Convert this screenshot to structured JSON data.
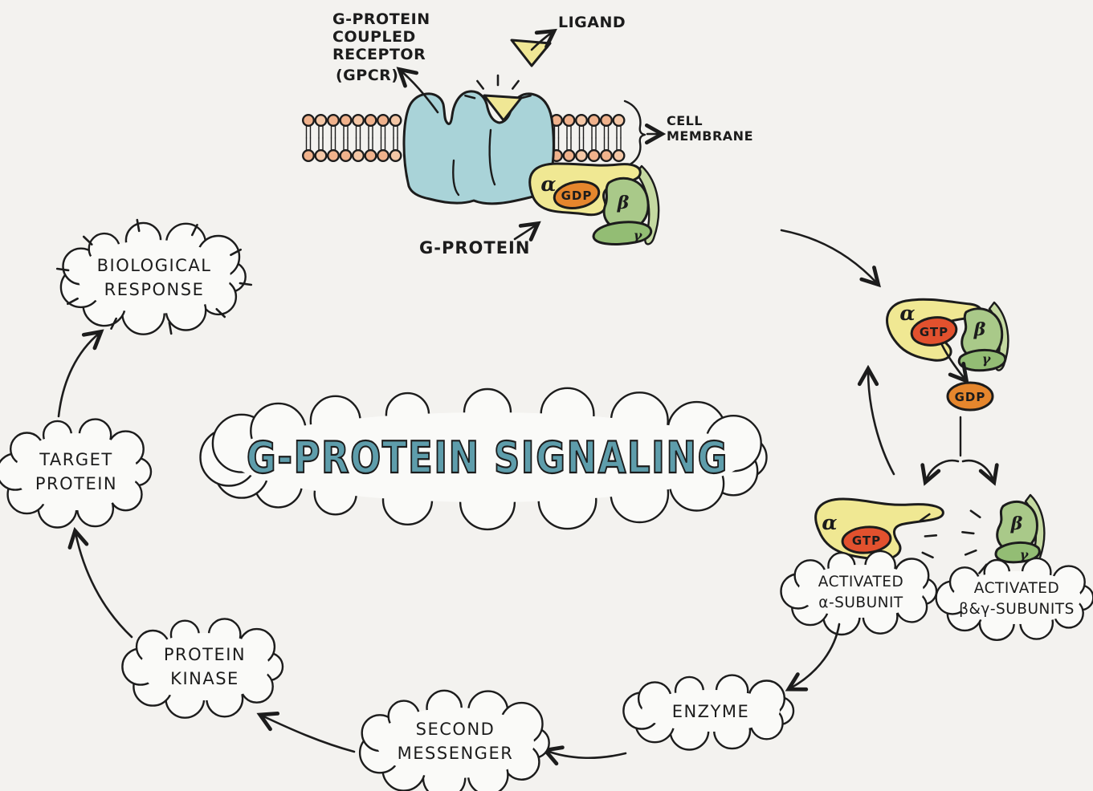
{
  "title": {
    "text": "G-PROTEIN SIGNALING"
  },
  "annotations": {
    "receptor_lines": [
      "G-PROTEIN",
      "COUPLED",
      "RECEPTOR",
      "(GPCR)"
    ],
    "ligand": "LIGAND",
    "membrane_lines": [
      "CELL",
      "MEMBRANE"
    ],
    "g_protein": "G-PROTEIN"
  },
  "molecules": {
    "alpha": "α",
    "beta": "β",
    "gamma": "γ",
    "gdp": "GDP",
    "gtp": "GTP"
  },
  "nodes": {
    "activated_alpha": [
      "ACTIVATED",
      "α-SUBUNIT"
    ],
    "activated_beta_gamma": [
      "ACTIVATED",
      "β&γ-SUBUNITS"
    ],
    "enzyme": [
      "ENZYME"
    ],
    "second_messenger": [
      "SECOND",
      "MESSENGER"
    ],
    "protein_kinase": [
      "PROTEIN",
      "KINASE"
    ],
    "target_protein": [
      "TARGET",
      "PROTEIN"
    ],
    "biological_response": [
      "BIOLOGICAL",
      "RESPONSE"
    ]
  },
  "colors": {
    "background": "#f3f2ef",
    "ink": "#1c1c1c",
    "receptor_blue": "#a9d3d8",
    "ligand_yellow": "#f0e795",
    "lipid_head": "#f0b28c",
    "lipid_head_light": "#f4c7a6",
    "alpha_yellow": "#f0e893",
    "beta_green": "#a9c989",
    "gamma_green": "#93bd74",
    "crescent_green": "#c4d9a1",
    "gdp_orange": "#e5862d",
    "gtp_red": "#e2512e",
    "title_teal": "#5e9dab",
    "cloud_fill": "#fafaf8"
  }
}
